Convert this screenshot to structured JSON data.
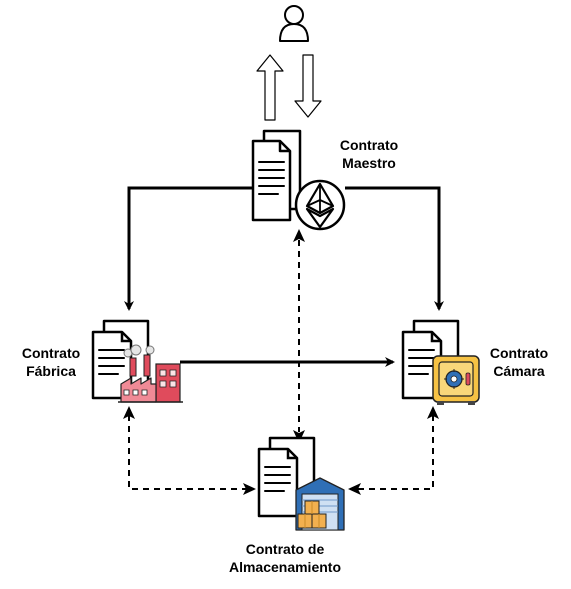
{
  "nodes": {
    "master": {
      "line1": "Contrato",
      "line2": "Maestro"
    },
    "factory": {
      "line1": "Contrato",
      "line2": "Fábrica"
    },
    "camera": {
      "line1": "Contrato",
      "line2": "Cámara"
    },
    "warehouse": {
      "line1": "Contrato de",
      "line2": "Almacenamiento"
    }
  },
  "icons": {
    "user": "user-icon",
    "master": "document-ethereum-icon",
    "factory": "document-factory-icon",
    "camera": "document-safe-icon",
    "warehouse": "document-warehouse-icon"
  },
  "colors": {
    "stroke": "#000000",
    "factory_red": "#e04b5c",
    "safe_gold": "#f6c244",
    "warehouse_blue": "#2f6fb6",
    "box_orange": "#f2b04f"
  }
}
